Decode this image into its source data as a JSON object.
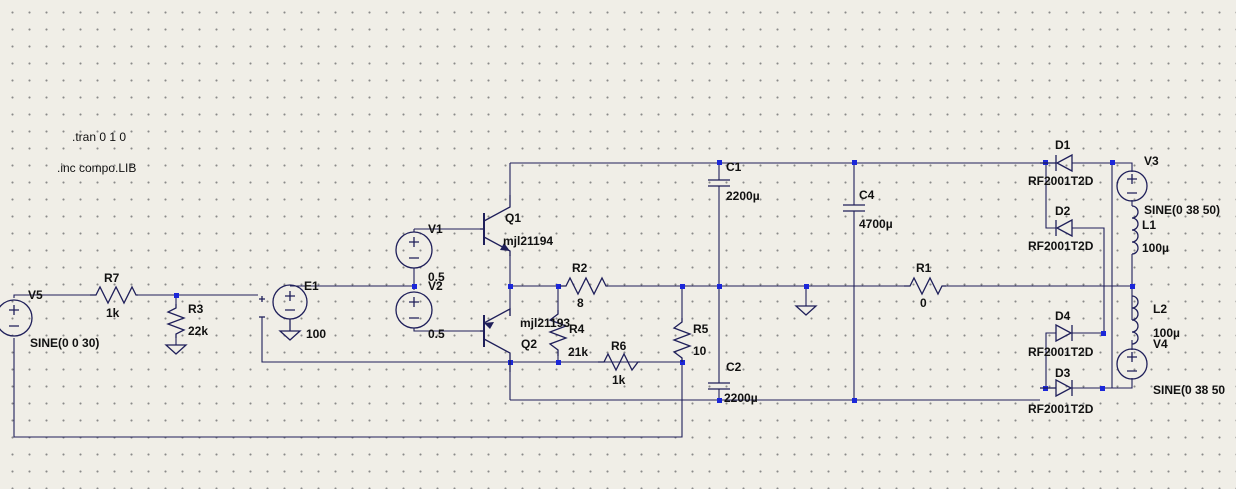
{
  "directives": {
    "tran": ".tran 0 1 0",
    "inc": ".inc compo.LIB"
  },
  "components": {
    "V5": {
      "name": "V5",
      "value": "SINE(0 0 30)"
    },
    "R7": {
      "name": "R7",
      "value": "1k"
    },
    "R3": {
      "name": "R3",
      "value": "22k"
    },
    "E1": {
      "name": "E1",
      "value": "100"
    },
    "V1": {
      "name": "V1",
      "value": "0.5"
    },
    "V2": {
      "name": "V2",
      "value": "0.5"
    },
    "Q1": {
      "name": "Q1",
      "model": "mjl21194"
    },
    "Q2": {
      "name": "Q2",
      "model": "mjl21193"
    },
    "R2": {
      "name": "R2",
      "value": "8"
    },
    "R4": {
      "name": "R4",
      "value": "21k"
    },
    "R6": {
      "name": "R6",
      "value": "1k"
    },
    "R5": {
      "name": "R5",
      "value": "10"
    },
    "C1": {
      "name": "C1",
      "value": "2200µ"
    },
    "C2": {
      "name": "C2",
      "value": "2200µ"
    },
    "C4": {
      "name": "C4",
      "value": "4700µ"
    },
    "R1": {
      "name": "R1",
      "value": "0"
    },
    "D1": {
      "name": "D1",
      "model": "RF2001T2D"
    },
    "D2": {
      "name": "D2",
      "model": "RF2001T2D"
    },
    "D3": {
      "name": "D3",
      "model": "RF2001T2D"
    },
    "D4": {
      "name": "D4",
      "model": "RF2001T2D"
    },
    "V3": {
      "name": "V3",
      "value": "SINE(0 38 50)"
    },
    "V4": {
      "name": "V4",
      "value": "SINE(0 38 50"
    },
    "L1": {
      "name": "L1",
      "value": "100µ"
    },
    "L2": {
      "name": "L2",
      "value": "100µ"
    }
  }
}
